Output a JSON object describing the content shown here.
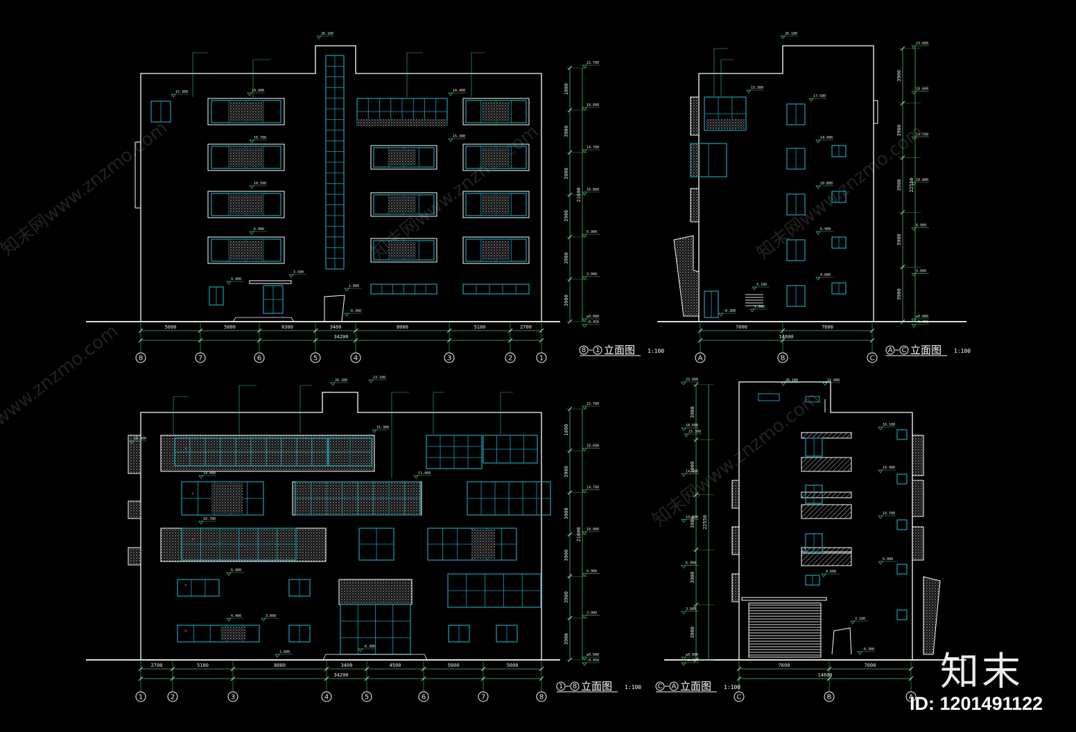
{
  "drawings": [
    {
      "key": "v1",
      "title_a": "8",
      "title_b": "1",
      "title": "立面图",
      "scale": "1:100",
      "axes": [
        "8",
        "7",
        "6",
        "5",
        "4",
        "3",
        "2",
        "1"
      ],
      "dims": [
        "5000",
        "5000",
        "6300",
        "3400",
        "8000",
        "5100",
        "2700"
      ],
      "total": "34200",
      "right_dims": [
        "1000",
        "3900",
        "3900",
        "3900",
        "3900",
        "3900"
      ],
      "right_total": "21600",
      "levels": [
        "22.700",
        "18.600",
        "14.700",
        "10.800",
        "6.900",
        "3.000",
        "±0.000",
        "-0.450"
      ],
      "labels": [
        "15.300",
        "14.400",
        "10.700",
        "10.500",
        "6.900",
        "4.400",
        "3.500",
        "1.800",
        "-0.300",
        "14.400",
        "15.300",
        "26.100"
      ]
    },
    {
      "key": "v2",
      "title_a": "A",
      "title_b": "C",
      "title": "立面图",
      "scale": "1:100",
      "axes": [
        "A",
        "B",
        "C"
      ],
      "dims": [
        "7000",
        "7600"
      ],
      "total": "14600",
      "right_dims": [
        "3900",
        "3900",
        "3900",
        "3900",
        "3900"
      ],
      "right_total": "22550",
      "levels": [
        "23.600",
        "18.600",
        "14.700",
        "10.800",
        "6.900",
        "3.000",
        "±0.000",
        "-0.450"
      ],
      "labels": [
        "17.500",
        "14.400",
        "10.800",
        "6.900",
        "4.600",
        "3.100",
        "-0.300",
        "1.800",
        "26.100",
        "15.300"
      ]
    },
    {
      "key": "v3",
      "title_a": "1",
      "title_b": "8",
      "title": "立面图",
      "scale": "1:100",
      "axes": [
        "1",
        "2",
        "3",
        "4",
        "5",
        "6",
        "7",
        "8"
      ],
      "dims": [
        "2700",
        "5100",
        "8000",
        "3400",
        "4500",
        "5000",
        "5000"
      ],
      "total": "34200",
      "right_dims": [
        "1000",
        "3900",
        "3900",
        "3900",
        "3900",
        "3900"
      ],
      "right_total": "21600",
      "levels": [
        "22.700",
        "18.600",
        "14.700",
        "10.800",
        "6.900",
        "3.000",
        "±0.000",
        "-0.450"
      ],
      "labels": [
        "18.300",
        "14.400",
        "10.700",
        "6.900",
        "4.400",
        "3.000",
        "1.800",
        "-0.300",
        "15.300",
        "11.400",
        "26.100",
        "23.100"
      ]
    },
    {
      "key": "v4",
      "title_a": "C",
      "title_b": "A",
      "title": "立面图",
      "scale": "1:100",
      "axes": [
        "C",
        "B",
        "A"
      ],
      "dims": [
        "7600",
        "7000"
      ],
      "total": "14600",
      "right_dims": [
        "3900",
        "3900",
        "3900",
        "3900",
        "3900"
      ],
      "right_total": "22550",
      "levels": [
        "23.600",
        "18.600",
        "14.700",
        "10.800",
        "6.900",
        "3.000",
        "±0.000",
        "-0.450"
      ],
      "labels": [
        "18.100",
        "14.400",
        "10.700",
        "6.900",
        "4.600",
        "3.100",
        "-0.300",
        "26.100",
        "21.900",
        "15.300"
      ]
    }
  ],
  "watermarks": [
    "知末网www.znzmo.com",
    "知末网www.znzmo.com",
    "知末网www.znzmo.com",
    "知末网www.znzmo.com",
    "www.znzmo.com"
  ],
  "logo": "知末",
  "id_tag": "ID: 1201491122",
  "colors": {
    "background": "#000000",
    "outline": "#ffffff",
    "window": "#1aa3b8",
    "dim_line": "#44c26a",
    "ground": "#ffffff",
    "pink": "#ff2e9a"
  }
}
